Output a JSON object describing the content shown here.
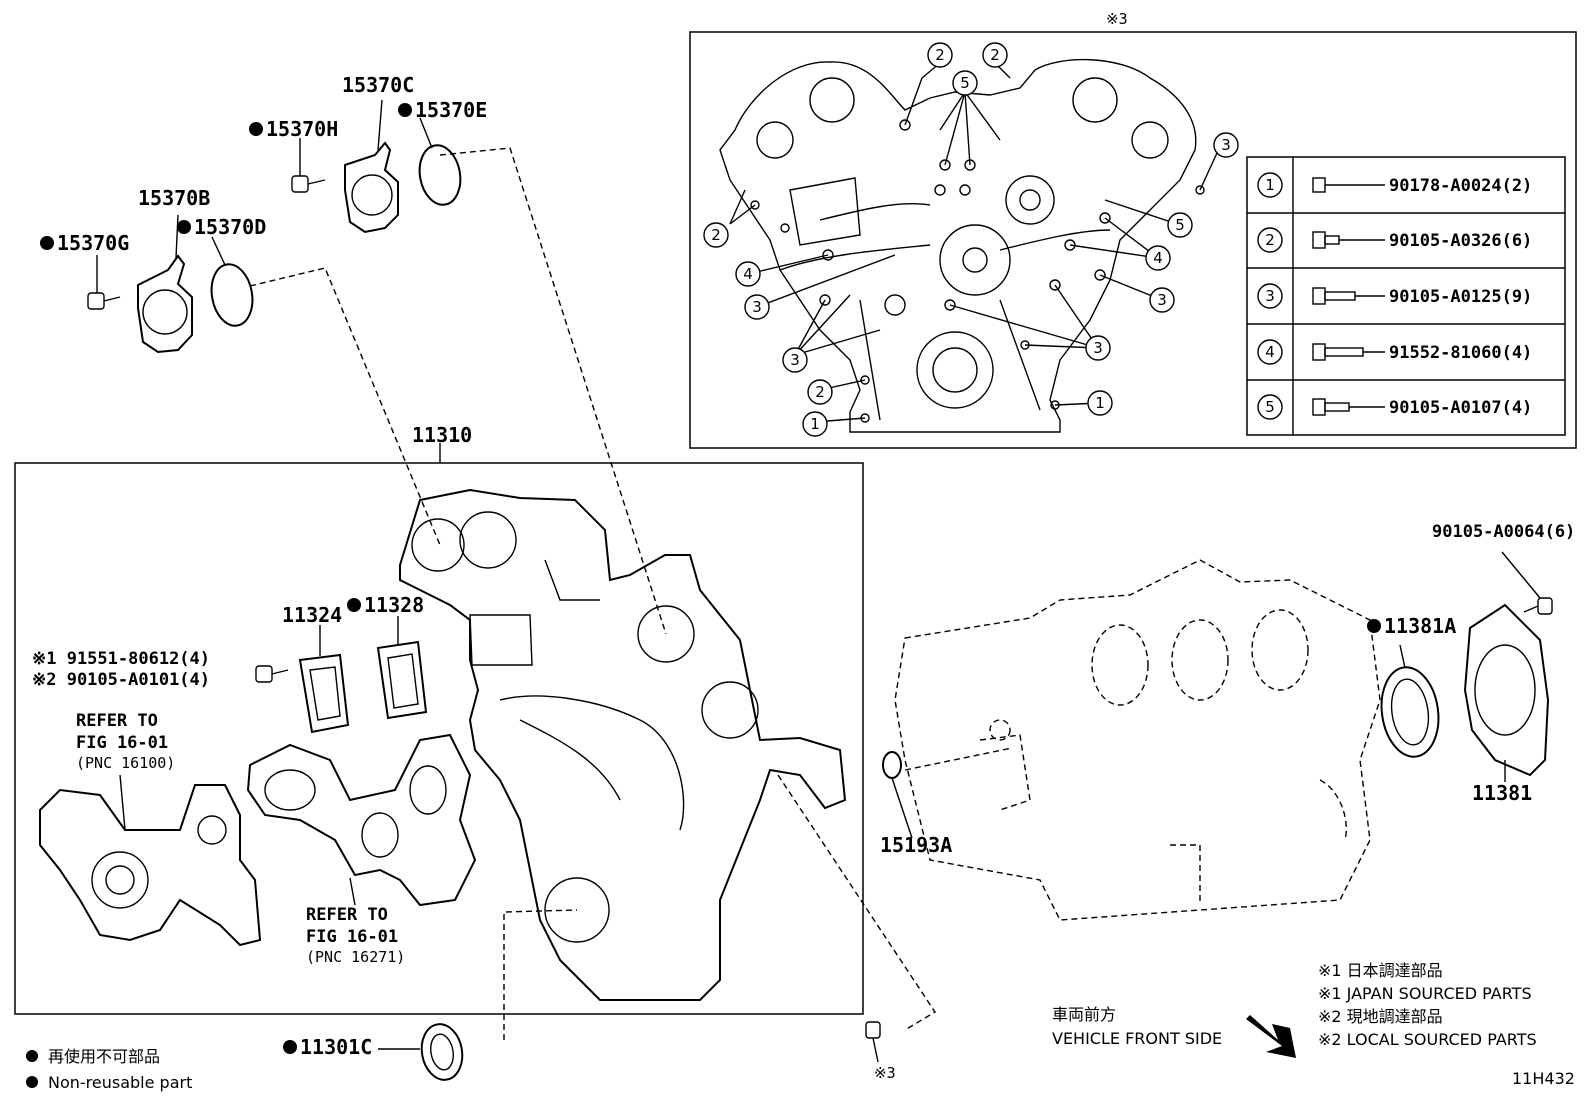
{
  "inset": {
    "title": "※3",
    "legend": [
      {
        "num": "1",
        "part": "90178-A0024(2)"
      },
      {
        "num": "2",
        "part": "90105-A0326(6)"
      },
      {
        "num": "3",
        "part": "90105-A0125(9)"
      },
      {
        "num": "4",
        "part": "91552-81060(4)"
      },
      {
        "num": "5",
        "part": "90105-A0107(4)"
      }
    ]
  },
  "parts": {
    "p15370C": "15370C",
    "p15370E": "15370E",
    "p15370H": "15370H",
    "p15370B": "15370B",
    "p15370D": "15370D",
    "p15370G": "15370G",
    "p11310": "11310",
    "p11324": "11324",
    "p11328": "11328",
    "bolt1": "※1 91551-80612(4)",
    "bolt2": "※2 90105-A0101(4)",
    "refer1_l1": "REFER TO",
    "refer1_l2": "FIG 16-01",
    "refer1_l3": "(PNC 16100)",
    "refer2_l1": "REFER TO",
    "refer2_l2": "FIG 16-01",
    "refer2_l3": "(PNC 16271)",
    "p11301C": "11301C",
    "bolt3_ref": "※3",
    "p90105A0064": "90105-A0064(6)",
    "p11381A": "11381A",
    "p11381": "11381",
    "p15193A": "15193A"
  },
  "notes": {
    "front_jp": "車両前方",
    "front_en": "VEHICLE FRONT SIDE",
    "note1_jp": "※1 日本調達部品",
    "note1_en": "※1 JAPAN SOURCED PARTS",
    "note2_jp": "※2 現地調達部品",
    "note2_en": "※2 LOCAL SOURCED PARTS",
    "nonreuse_jp": "再使用不可部品",
    "nonreuse_en": "Non-reusable part",
    "fig_code": "11H432"
  }
}
